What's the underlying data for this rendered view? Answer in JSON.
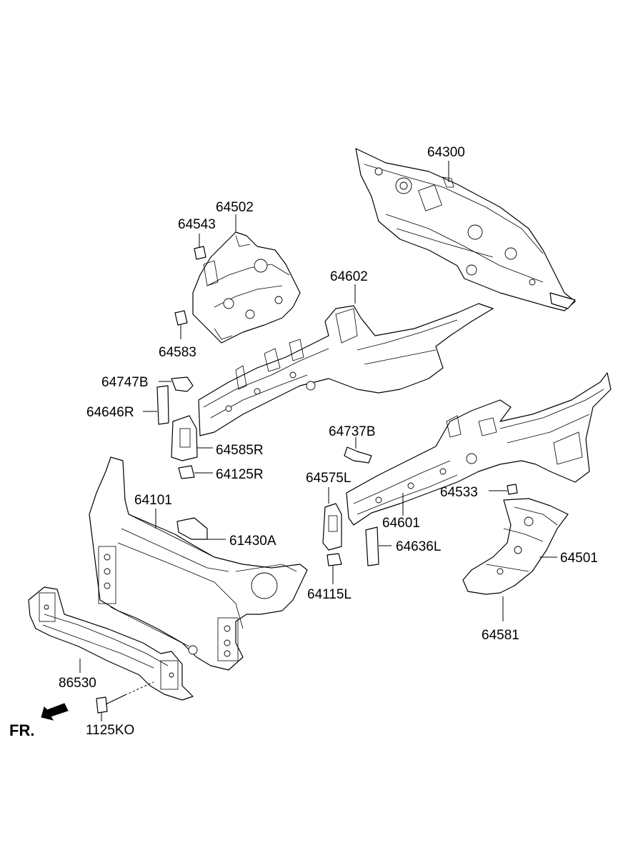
{
  "labels": {
    "p64300": "64300",
    "p64502": "64502",
    "p64543": "64543",
    "p64583": "64583",
    "p64602": "64602",
    "p64747B": "64747B",
    "p64646R": "64646R",
    "p64585R": "64585R",
    "p64125R": "64125R",
    "p64737B": "64737B",
    "p64575L": "64575L",
    "p64533": "64533",
    "p64101": "64101",
    "p64601": "64601",
    "p61430A": "61430A",
    "p64636L": "64636L",
    "p64501": "64501",
    "p64115L": "64115L",
    "p64581": "64581",
    "p86530": "86530",
    "p1125KO": "1125KO"
  },
  "direction": {
    "text": "FR."
  }
}
